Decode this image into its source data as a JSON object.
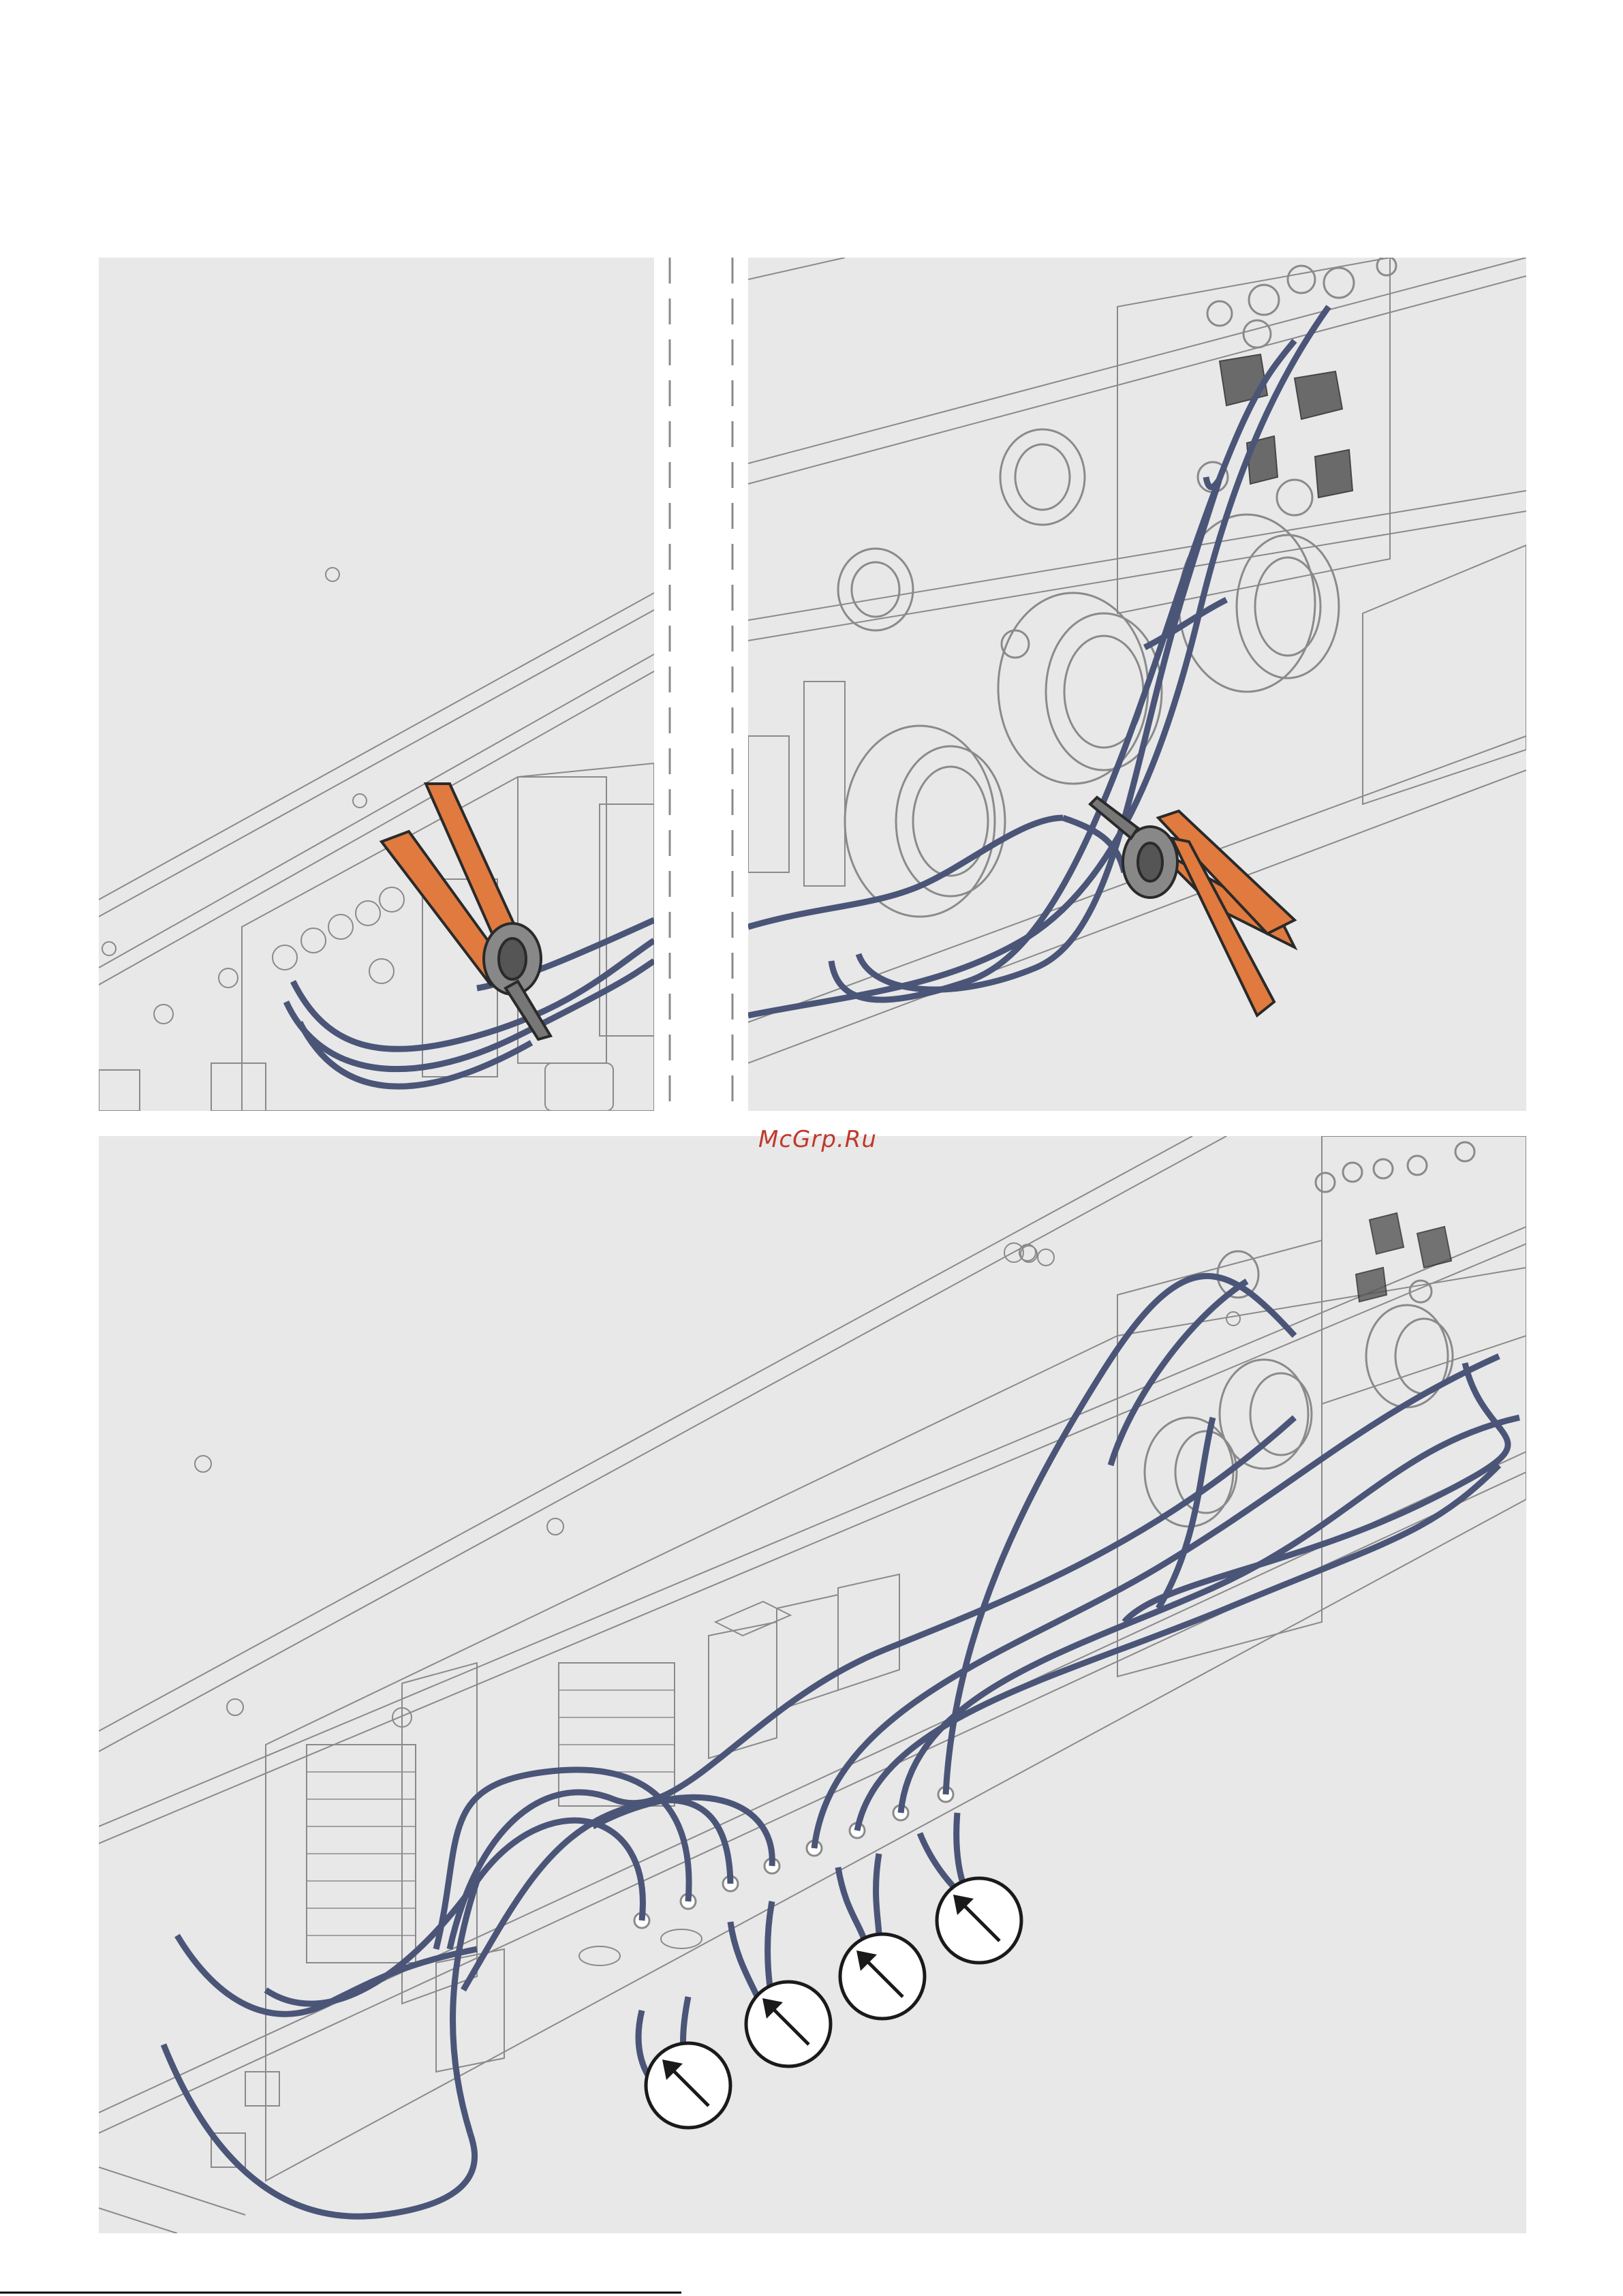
{
  "watermark": {
    "text": "McGrp.Ru",
    "color": "#c0392b"
  },
  "colors": {
    "panel_background": "#e8e8e8",
    "line_art": "#8a8a8a",
    "dark_line": "#3a3a3a",
    "cable": "#4a5578",
    "cable_highlight": "#8a94b2",
    "pliers": "#e07a3f",
    "pliers_outline": "#2a2a2a",
    "callout_circle": "#1a1a1a"
  },
  "icons": {
    "cut_tool": "side-cutter-pliers-icon",
    "callout": "arrow-in-circle-icon"
  },
  "panels": [
    {
      "id": "top-left",
      "step": "cut-cable-ties-left"
    },
    {
      "id": "top-right",
      "step": "cut-cable-ties-right"
    },
    {
      "id": "bottom",
      "step": "route-hoses-through-grommets"
    }
  ]
}
